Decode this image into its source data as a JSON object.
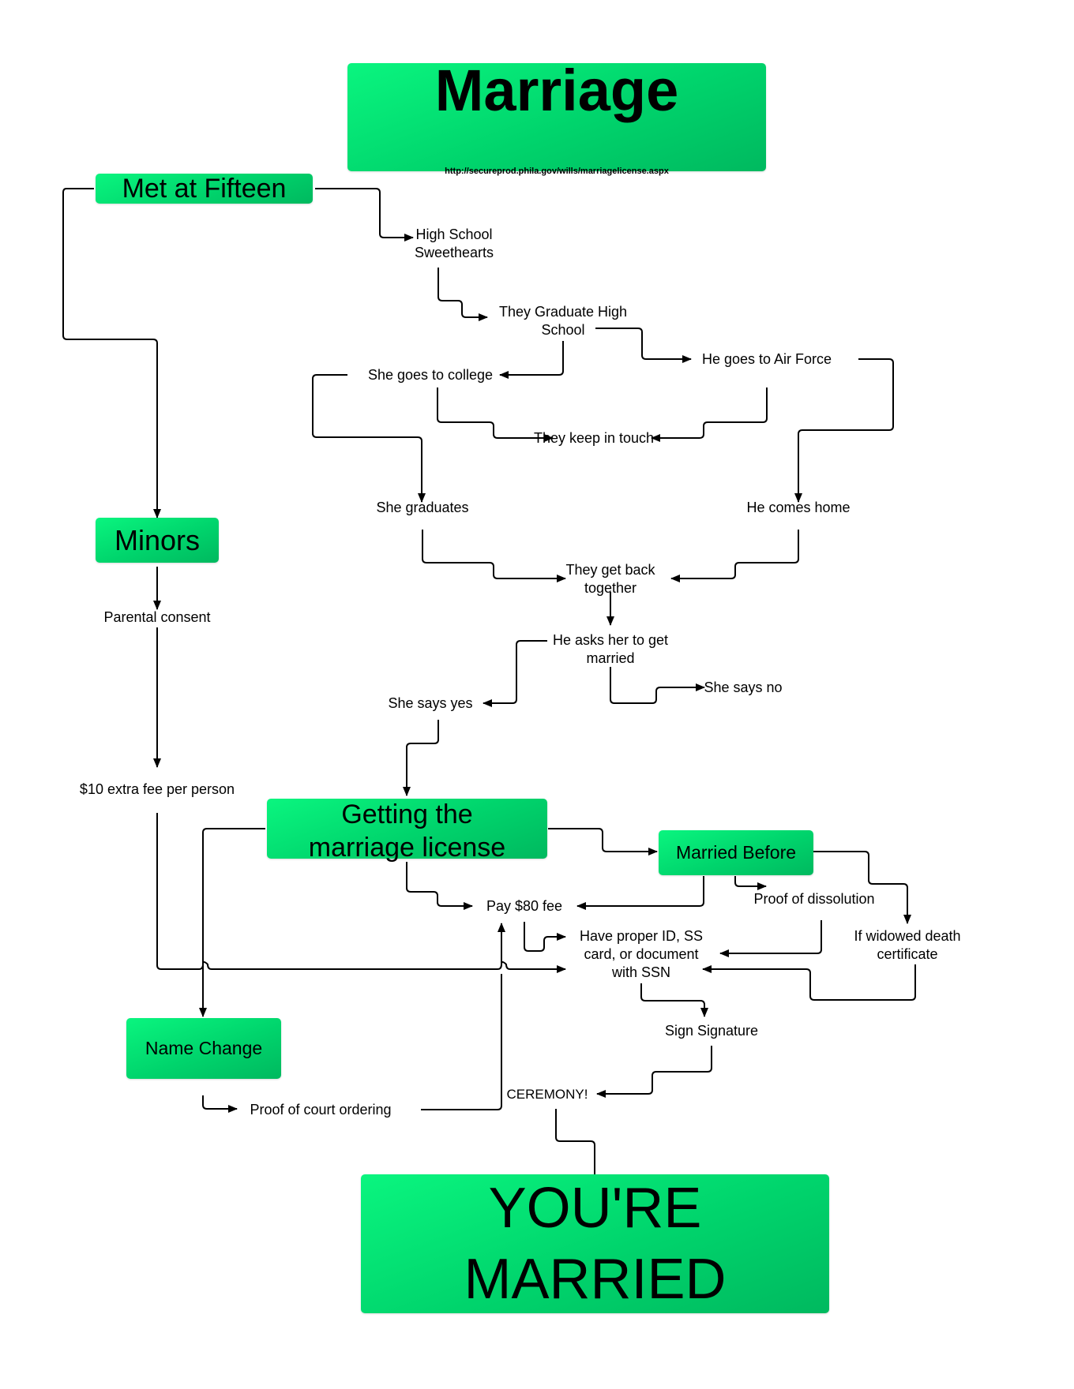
{
  "title": {
    "heading": "Marriage",
    "url": "http://secureprod.phila.gov/wills/marriagelicense.aspx"
  },
  "boxes": {
    "met": "Met at Fifteen",
    "minors": "Minors",
    "license": "Getting the marriage license",
    "married_before": "Married Before",
    "name_change": "Name Change",
    "result": "YOU'RE MARRIED"
  },
  "steps": {
    "sweethearts": "High School Sweethearts",
    "graduate_hs": "They Graduate High School",
    "college": "She goes to college",
    "air_force": "He goes to Air Force",
    "keep_touch": "They keep in touch",
    "she_graduates": "She graduates",
    "comes_home": "He comes home",
    "back_together": "They get back together",
    "asks": "He asks her to get married",
    "says_yes": "She says yes",
    "says_no": "She says no",
    "parental": "Parental consent",
    "extra_fee": "$10 extra fee per person",
    "pay_fee": "Pay $80 fee",
    "proof_dissolution": "Proof of dissolution",
    "widowed": "If widowed death certificate",
    "proper_id": "Have proper ID, SS card, or document with SSN",
    "sign": "Sign Signature",
    "ceremony": "CEREMONY!",
    "court_order": "Proof of court ordering"
  },
  "colors": {
    "box_green": "#00d46c",
    "line": "#000000"
  }
}
